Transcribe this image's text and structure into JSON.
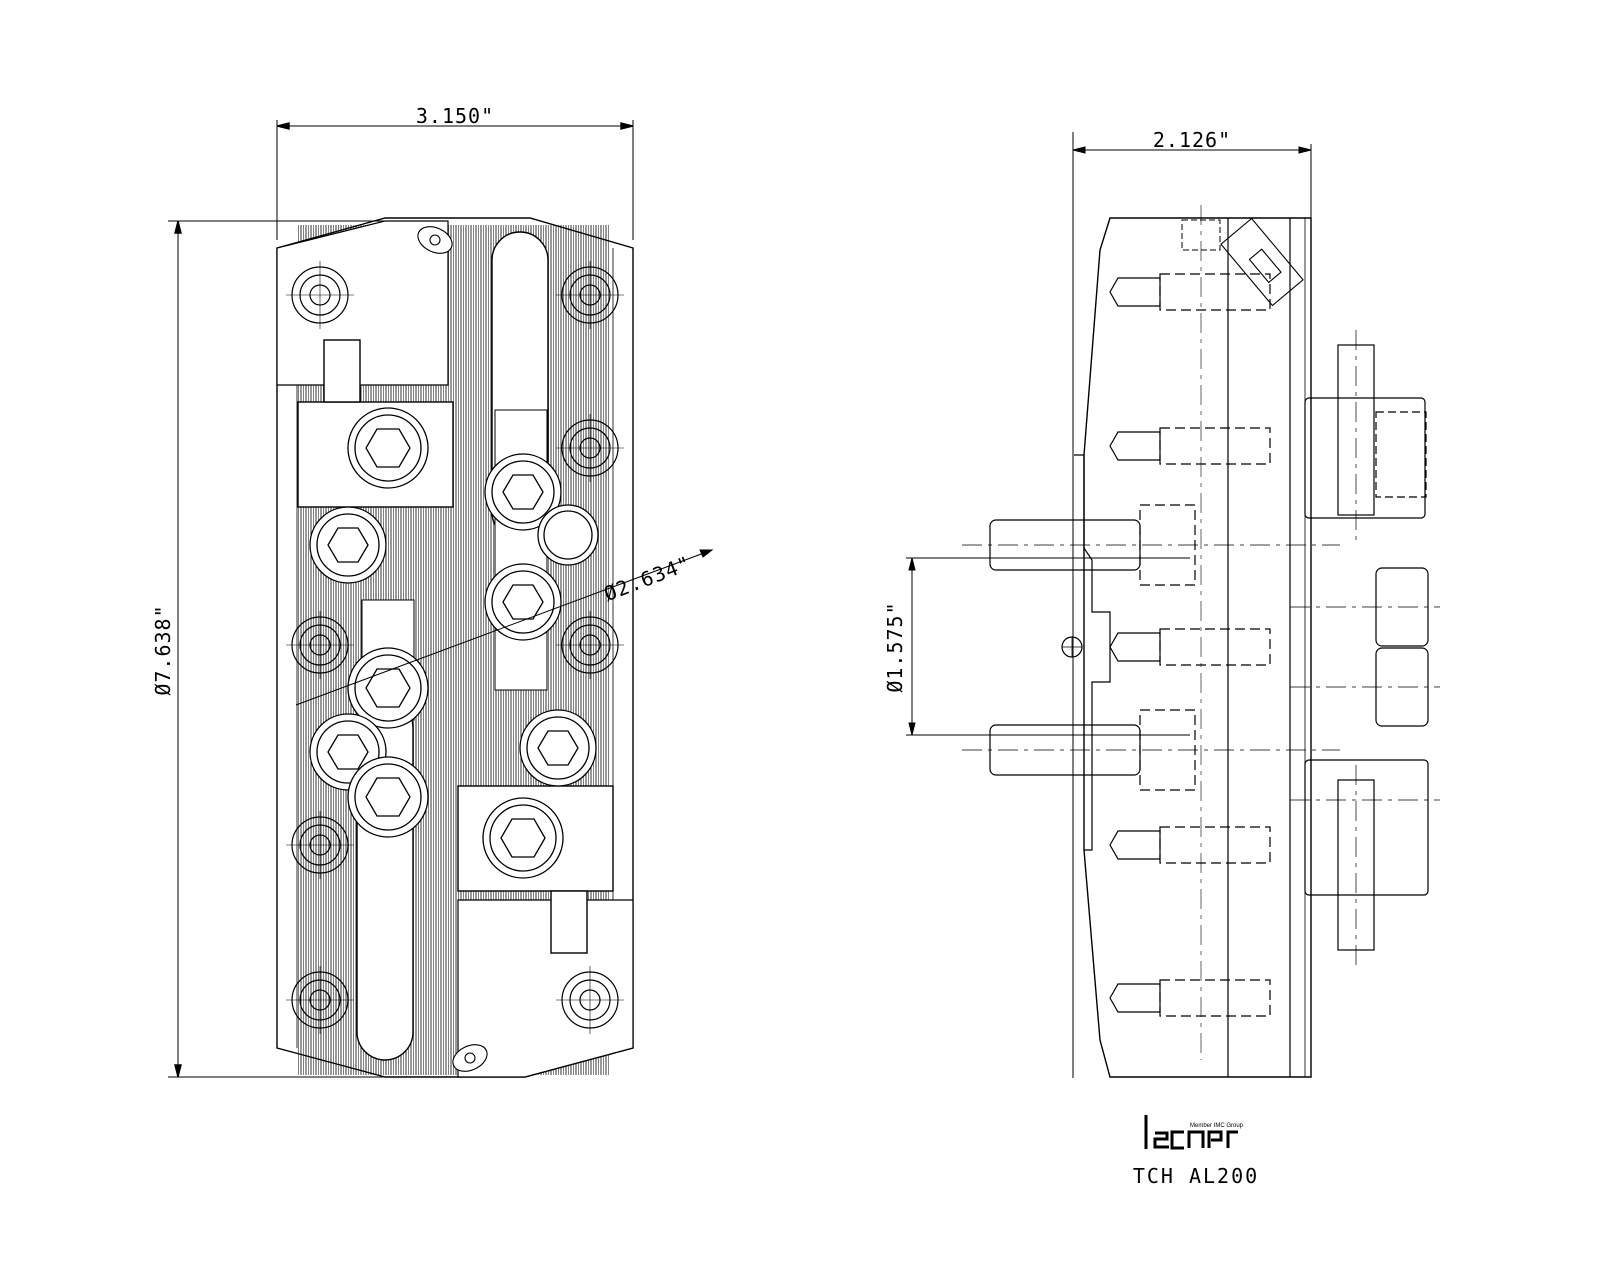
{
  "front_view": {
    "width_dim": "3.150\"",
    "height_dim": "Ø7.638\"",
    "diag_dim": "Ø2.634\""
  },
  "side_view": {
    "width_dim": "2.126\"",
    "bore_dim": "Ø1.575\""
  },
  "title_block": {
    "member_text": "Member IMC Group",
    "logo_text": "iscar",
    "model": "TCH AL200"
  }
}
